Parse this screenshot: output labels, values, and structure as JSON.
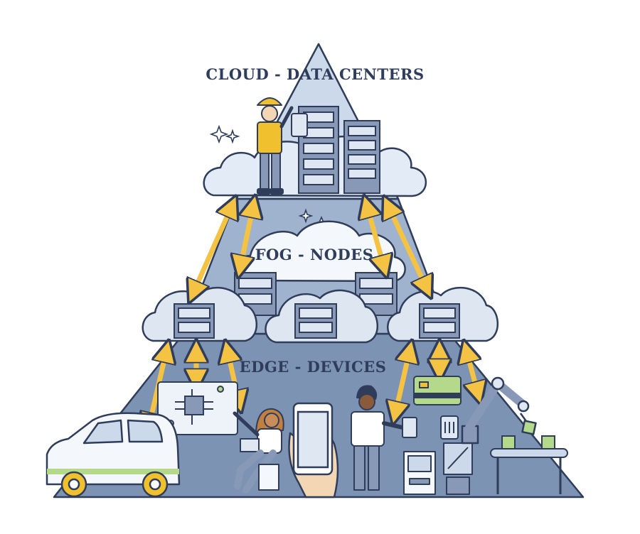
{
  "tiers": {
    "cloud": {
      "label": "CLOUD - DATA CENTERS"
    },
    "fog": {
      "label": "FOG - NODES"
    },
    "edge": {
      "label": "EDGE - DEVICES"
    }
  },
  "colors": {
    "outline": "#2f3d5a",
    "cloud_tier": "#cbd9ea",
    "fog_tier": "#9fb3cf",
    "edge_tier": "#7d93b4",
    "arrow": "#f5c344",
    "server": "#8799b6",
    "card": "#b5d98a",
    "accent": "#f0c02e"
  },
  "icons": [
    "sparkle-icon",
    "server-rack-icon",
    "cloud-icon",
    "worker-icon",
    "car-icon",
    "circuit-board-icon",
    "smartphone-icon",
    "hand-icon",
    "credit-card-icon",
    "robot-arm-icon",
    "conveyor-icon",
    "kiosk-icon",
    "person-icon"
  ]
}
